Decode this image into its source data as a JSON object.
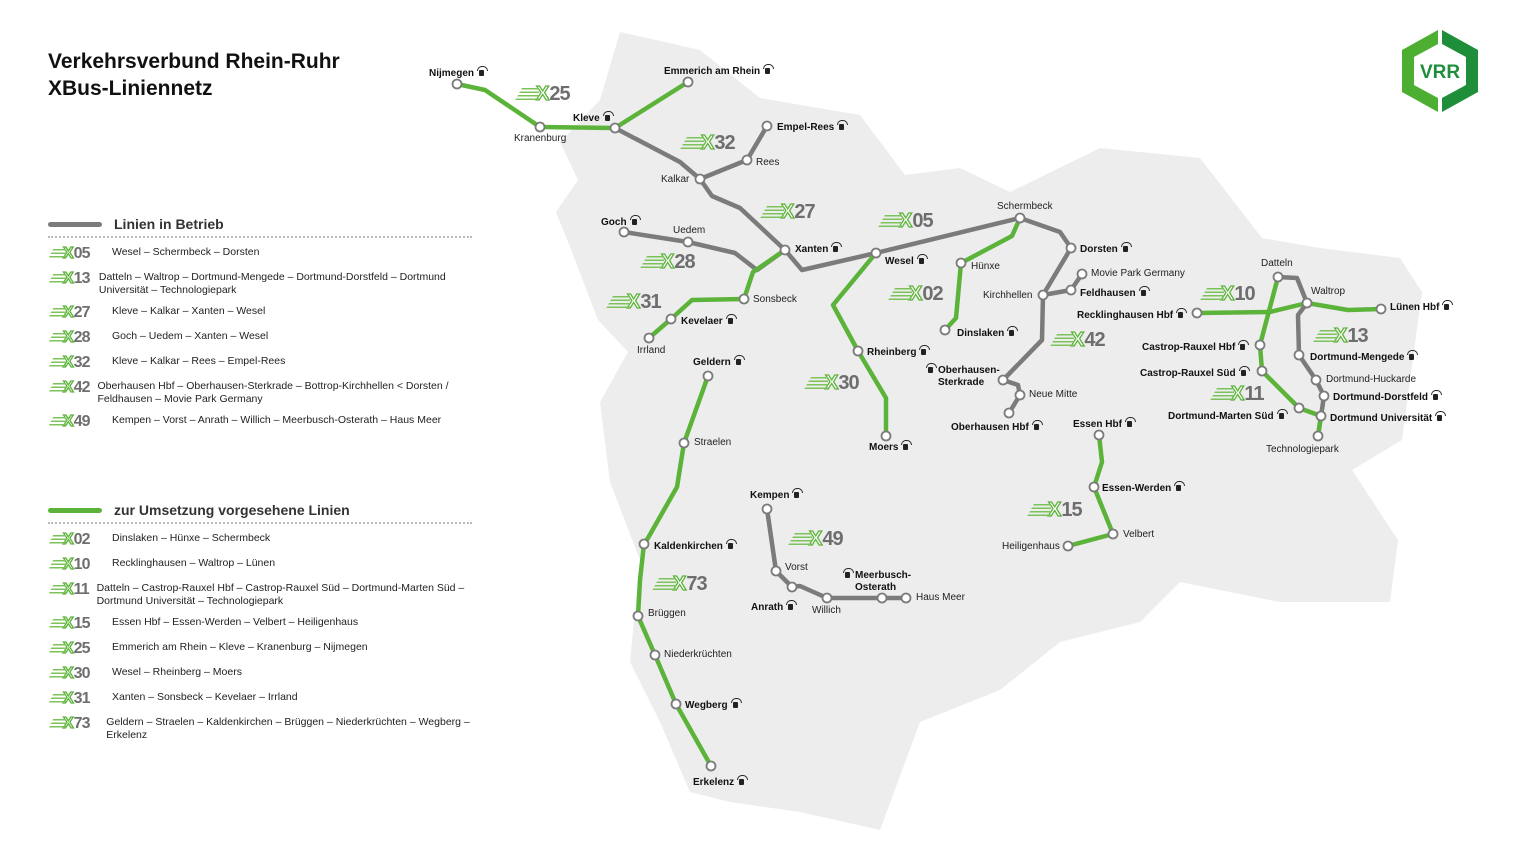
{
  "title": {
    "line1": "Verkehrsverbund Rhein-Ruhr",
    "line2": "XBus-Liniennetz"
  },
  "logo": {
    "text": "VRR"
  },
  "colors": {
    "active": "#7b7b7b",
    "planned": "#5cb33a",
    "land": "#ededed"
  },
  "legend_active": {
    "heading": "Linien in Betrieb",
    "lines": [
      {
        "x": "X",
        "num": "05",
        "desc": "Wesel – Schermbeck – Dorsten"
      },
      {
        "x": "X",
        "num": "13",
        "desc": "Datteln – Waltrop – Dortmund-Mengede – Dortmund-Dorstfeld – Dortmund Universität – Technologiepark"
      },
      {
        "x": "X",
        "num": "27",
        "desc": "Kleve – Kalkar – Xanten – Wesel"
      },
      {
        "x": "X",
        "num": "28",
        "desc": "Goch – Uedem – Xanten – Wesel"
      },
      {
        "x": "X",
        "num": "32",
        "desc": "Kleve – Kalkar – Rees – Empel-Rees"
      },
      {
        "x": "X",
        "num": "42",
        "desc": "Oberhausen Hbf – Oberhausen-Sterkrade – Bottrop-Kirchhellen < Dorsten / Feldhausen – Movie Park Germany"
      },
      {
        "x": "X",
        "num": "49",
        "desc": "Kempen – Vorst – Anrath – Willich – Meerbusch-Osterath – Haus Meer"
      }
    ]
  },
  "legend_planned": {
    "heading": "zur Umsetzung vorgesehene Linien",
    "lines": [
      {
        "x": "X",
        "num": "02",
        "desc": "Dinslaken – Hünxe – Schermbeck"
      },
      {
        "x": "X",
        "num": "10",
        "desc": "Recklinghausen – Waltrop – Lünen"
      },
      {
        "x": "X",
        "num": "11",
        "desc": "Datteln – Castrop-Rauxel Hbf – Castrop-Rauxel Süd – Dortmund-Marten Süd – Dortmund Universität – Technologiepark"
      },
      {
        "x": "X",
        "num": "15",
        "desc": "Essen Hbf – Essen-Werden – Velbert – Heiligenhaus"
      },
      {
        "x": "X",
        "num": "25",
        "desc": "Emmerich am Rhein – Kleve – Kranenburg – Nijmegen"
      },
      {
        "x": "X",
        "num": "30",
        "desc": "Wesel – Rheinberg – Moers"
      },
      {
        "x": "X",
        "num": "31",
        "desc": "Xanten – Sonsbeck – Kevelaer – Irrland"
      },
      {
        "x": "X",
        "num": "73",
        "desc": "Geldern – Straelen – Kaldenkirchen – Brüggen – Niederkrüchten – Wegberg – Erkelenz"
      }
    ]
  },
  "map_badges": {
    "X25": "25",
    "X32": "32",
    "X27": "27",
    "X05": "05",
    "X28": "28",
    "X31": "31",
    "X02": "02",
    "X42": "42",
    "X30": "30",
    "X10": "10",
    "X13": "13",
    "X11": "11",
    "X15": "15",
    "X49": "49",
    "X73": "73"
  },
  "stations": {
    "nijmegen": "Nijmegen",
    "kranenburg": "Kranenburg",
    "kleve": "Kleve",
    "emmerich": "Emmerich am Rhein",
    "kalkar": "Kalkar",
    "rees": "Rees",
    "empel": "Empel-Rees",
    "goch": "Goch",
    "uedem": "Uedem",
    "xanten": "Xanten",
    "sonsbeck": "Sonsbeck",
    "kevelaer": "Kevelaer",
    "irrland": "Irrland",
    "geldern": "Geldern",
    "straelen": "Straelen",
    "kaldenkirchen": "Kaldenkirchen",
    "brueggen": "Brüggen",
    "niederkruechten": "Niederkrüchten",
    "wegberg": "Wegberg",
    "erkelenz": "Erkelenz",
    "wesel": "Wesel",
    "schermbeck": "Schermbeck",
    "huenxe": "Hünxe",
    "dinslaken": "Dinslaken",
    "dorsten": "Dorsten",
    "moviepark": "Movie Park Germany",
    "feldhausen": "Feldhausen",
    "kirchhellen": "Kirchhellen",
    "rheinberg": "Rheinberg",
    "sterkrade1": "Oberhausen-",
    "sterkrade2": "Sterkrade",
    "neuemitte": "Neue Mitte",
    "oberhausen": "Oberhausen Hbf",
    "moers": "Moers",
    "kempen": "Kempen",
    "vorst": "Vorst",
    "anrath": "Anrath",
    "willich": "Willich",
    "meerbusch1": "Meerbusch-",
    "meerbusch2": "Osterath",
    "hausmeer": "Haus Meer",
    "essen": "Essen Hbf",
    "werden": "Essen-Werden",
    "velbert": "Velbert",
    "heiligenhaus": "Heiligenhaus",
    "recklinghausen": "Recklinghausen Hbf",
    "datteln": "Datteln",
    "waltrop": "Waltrop",
    "luenen": "Lünen Hbf",
    "castrophbf": "Castrop-Rauxel Hbf",
    "castropsued": "Castrop-Rauxel Süd",
    "marten": "Dortmund-Marten Süd",
    "mengede": "Dortmund-Mengede",
    "huckarde": "Dortmund-Huckarde",
    "dorstfeld": "Dortmund-Dorstfeld",
    "uni": "Dortmund Universität",
    "techpark": "Technologiepark"
  }
}
